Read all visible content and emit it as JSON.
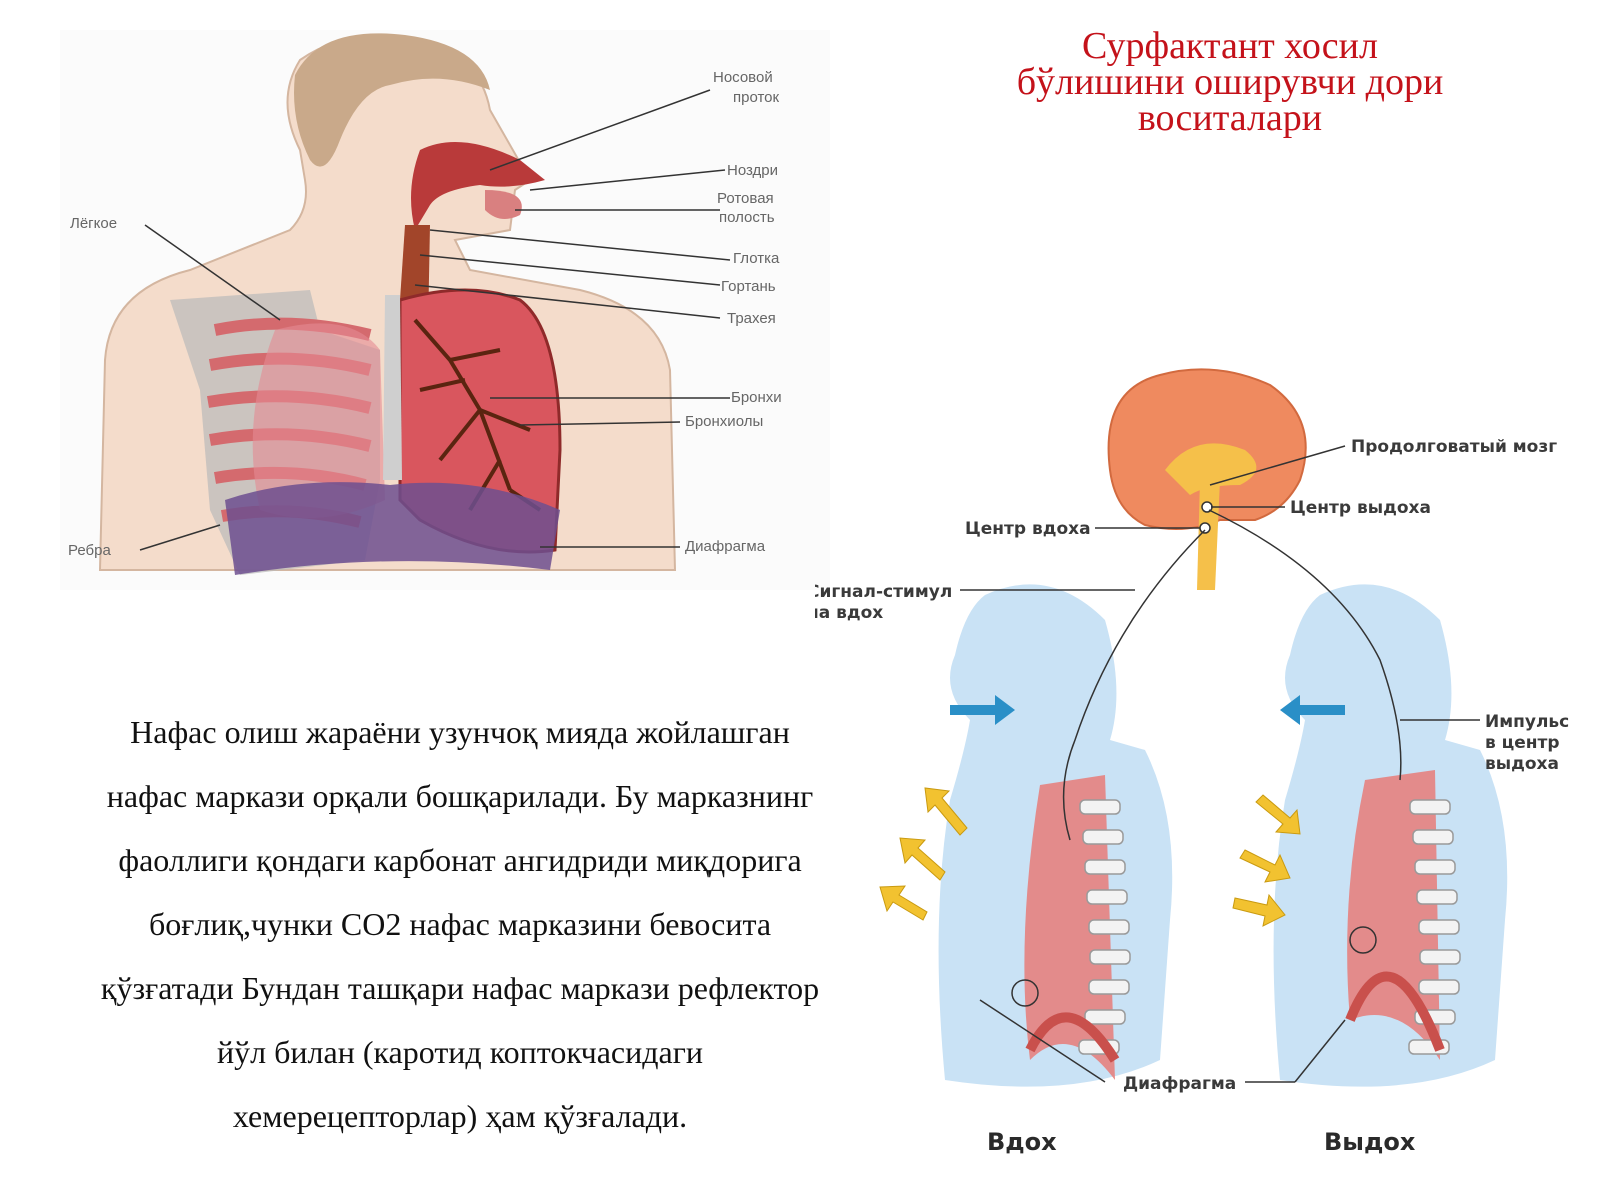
{
  "title": {
    "line1": "Сурфактант хосил",
    "line2": "бўлишини оширувчи дори",
    "line3": "воситалари"
  },
  "paragraph": [
    "Нафас олиш жараёни узунчоқ мияда жойлашган",
    "нафас маркази орқали бошқарилади. Бу марказнинг",
    "фаоллиги қондаги карбонат ангидриди миқдорига",
    "боғлиқ,чунки CO2 нафас марказини бевосита",
    "қўзғатади Бундан ташқари нафас маркази рефлектор",
    "йўл билан (каротид коптокчасидаги",
    "хемерецепторлар) ҳам қўзғалади."
  ],
  "anatomy_labels": {
    "nasal_1": "Носовой",
    "nasal_2": "проток",
    "nostrils": "Ноздри",
    "oral_1": "Ротовая",
    "oral_2": "полость",
    "pharynx": "Глотка",
    "larynx": "Гортань",
    "trachea": "Трахея",
    "lung": "Лёгкое",
    "bronchi": "Бронхи",
    "bronchioles": "Бронхиолы",
    "ribs": "Ребра",
    "diaphragm": "Диафрагма"
  },
  "breath_labels": {
    "medulla": "Продолговатый мозг",
    "exhale_center": "Центр выдоха",
    "inhale_center": "Центр вдоха",
    "signal_1": "Сигнал-стимул",
    "signal_2": "на вдох",
    "impulse_1": "Импульс",
    "impulse_2": "в центр",
    "impulse_3": "выдоха",
    "diaphragm": "Диафрагма",
    "inhale": "Вдох",
    "exhale": "Выдох"
  },
  "colors": {
    "title": "#c4121a",
    "skin": "#f4dccb",
    "lung": "#d9565e",
    "diaphragm": "#6d4f8f",
    "brain": "#ef8a5f",
    "body_silhouette": "#c9e2f5",
    "arrow_in": "#2a8fc7",
    "arrow_out": "#f2c230"
  }
}
